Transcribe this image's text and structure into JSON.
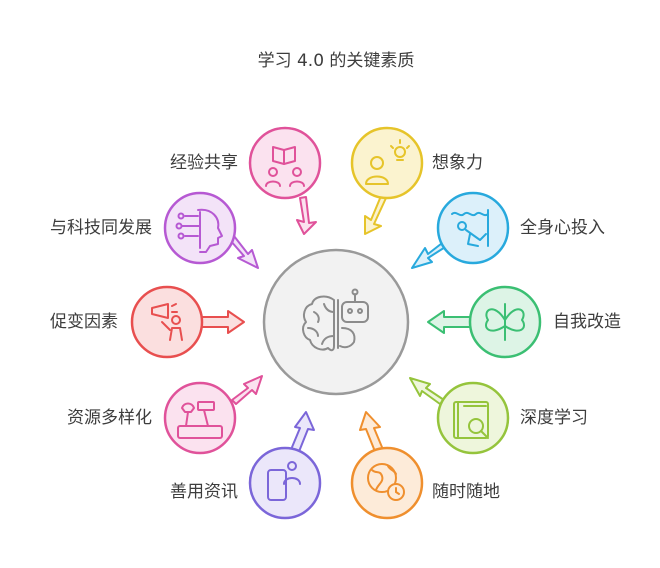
{
  "title": "学习 4.0 的关键素质",
  "center": {
    "icon": "brain-robot-icon"
  },
  "items": [
    {
      "label": "经验共享",
      "icon": "book-people-icon",
      "color": "#e0529a"
    },
    {
      "label": "想象力",
      "icon": "lightbulb-person-icon",
      "color": "#e6c42a"
    },
    {
      "label": "与科技同发展",
      "icon": "ai-head-icon",
      "color": "#b659d3"
    },
    {
      "label": "全身心投入",
      "icon": "swimmer-icon",
      "color": "#28a9dd"
    },
    {
      "label": "促变因素",
      "icon": "megaphone-person-icon",
      "color": "#e84f4f"
    },
    {
      "label": "自我改造",
      "icon": "butterfly-icon",
      "color": "#3bbf73"
    },
    {
      "label": "资源多样化",
      "icon": "tools-icon",
      "color": "#e0529a"
    },
    {
      "label": "深度学习",
      "icon": "book-magnifier-icon",
      "color": "#95c43c"
    },
    {
      "label": "善用资讯",
      "icon": "phone-person-icon",
      "color": "#7b66d9"
    },
    {
      "label": "随时随地",
      "icon": "globe-clock-icon",
      "color": "#ef8f2e"
    }
  ]
}
